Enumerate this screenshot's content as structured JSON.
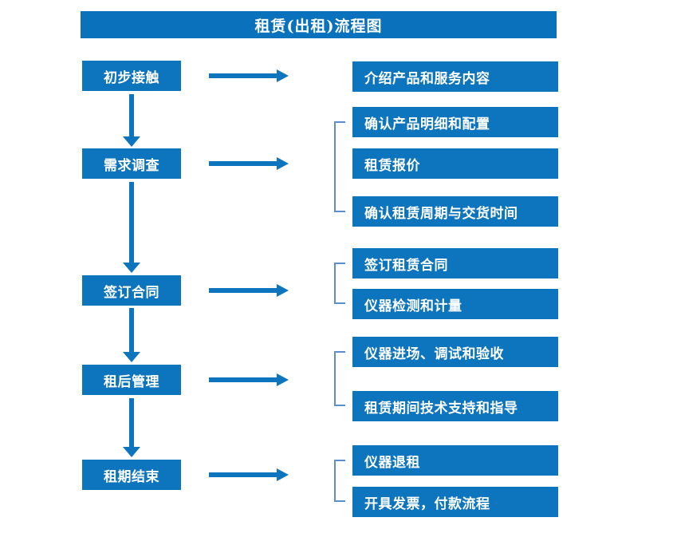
{
  "diagram": {
    "title": "租赁(出租)流程图",
    "colors": {
      "banner": "#0a72bd",
      "box": "#0d74be",
      "arrow": "#0d74be",
      "bracket": "#5b8fc9",
      "text": "#ffffff",
      "background": "#ffffff"
    },
    "stages": [
      {
        "id": "stage-1",
        "label": "初步接触"
      },
      {
        "id": "stage-2",
        "label": "需求调查"
      },
      {
        "id": "stage-3",
        "label": "签订合同"
      },
      {
        "id": "stage-4",
        "label": "租后管理"
      },
      {
        "id": "stage-5",
        "label": "租期结束"
      }
    ],
    "details": [
      {
        "id": "detail-1-1",
        "label": "介绍产品和服务内容"
      },
      {
        "id": "detail-2-1",
        "label": "确认产品明细和配置"
      },
      {
        "id": "detail-2-2",
        "label": "租赁报价"
      },
      {
        "id": "detail-2-3",
        "label": "确认租赁周期与交货时间"
      },
      {
        "id": "detail-3-1",
        "label": "签订租赁合同"
      },
      {
        "id": "detail-3-2",
        "label": "仪器检测和计量"
      },
      {
        "id": "detail-4-1",
        "label": "仪器进场、调试和验收"
      },
      {
        "id": "detail-4-2",
        "label": "租赁期间技术支持和指导"
      },
      {
        "id": "detail-5-1",
        "label": "仪器退租"
      },
      {
        "id": "detail-5-2",
        "label": "开具发票，付款流程"
      }
    ]
  }
}
